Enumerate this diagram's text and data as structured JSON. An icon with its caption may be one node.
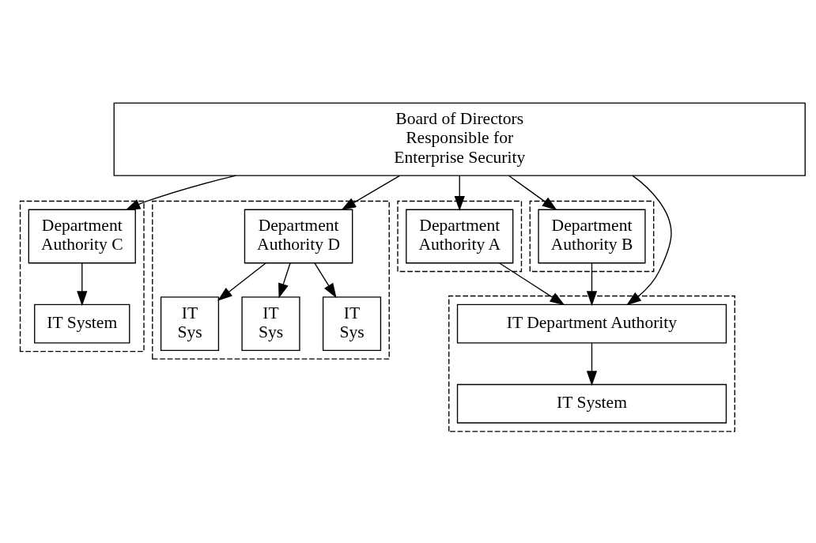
{
  "diagram": {
    "nodes": [
      {
        "text": [
          "Board of Directors Responsible for Enterprise Security"
        ]
      },
      {
        "text": [],
        "shape": "box"
      },
      {
        "text": [
          "Department Authority A"
        ],
        "in": 1
      },
      {
        "text": [],
        "shape": "box"
      },
      {
        "text": [
          "Department Authority B"
        ],
        "in": 3
      },
      {
        "text": [],
        "shape": "box"
      },
      {
        "text": [
          "Department Authority C"
        ],
        "in": 5
      },
      {
        "text": [
          "IT System"
        ],
        "in": 5
      },
      {
        "text": [],
        "shape": "box"
      },
      {
        "text": [
          "Department Authority D"
        ],
        "in": 8
      },
      {
        "text": [
          "IT Sys"
        ],
        "in": 8
      },
      {
        "text": [
          "IT Sys"
        ],
        "in": 8
      },
      {
        "text": [
          "IT Sys"
        ],
        "in": 8
      },
      {
        "text": [],
        "shape": "box"
      },
      {
        "text": [
          "IT Department Authority"
        ],
        "in": 13
      },
      {
        "text": [
          "IT System"
        ],
        "in": 13
      }
    ],
    "edges": [
      {
        "from": 0,
        "to": 2,
        "arrow": "to"
      },
      {
        "from": 0,
        "to": 14,
        "arrow": "to"
      },
      {
        "from": 0,
        "to": 4,
        "arrow": "to"
      },
      {
        "from": 0,
        "to": 6,
        "arrow": "to"
      },
      {
        "from": 0,
        "to": 9,
        "arrow": "to"
      },
      {
        "from": 2,
        "to": 14,
        "arrow": "to"
      },
      {
        "from": 4,
        "to": 14,
        "arrow": "to"
      },
      {
        "from": 6,
        "to": 7,
        "arrow": "to"
      },
      {
        "from": 9,
        "to": 10,
        "arrow": "to"
      },
      {
        "from": 9,
        "to": 11,
        "arrow": "to"
      },
      {
        "from": 9,
        "to": 12,
        "arrow": "to"
      },
      {
        "from": 14,
        "to": 15,
        "arrow": "to"
      }
    ]
  }
}
